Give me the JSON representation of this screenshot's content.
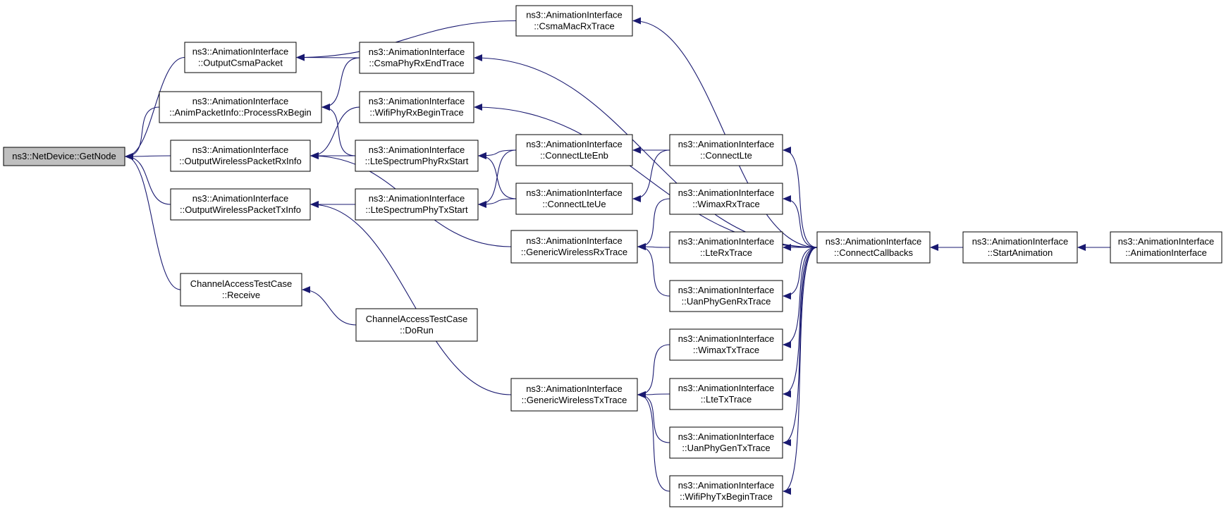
{
  "diagram": {
    "colors": {
      "edge": "#191970",
      "node_border": "#000000",
      "node_fill": "#ffffff",
      "root_fill": "#bfbfbf"
    },
    "nodes": [
      {
        "id": "getnode",
        "lines": [
          "ns3::NetDevice::GetNode"
        ],
        "root": true
      },
      {
        "id": "outputcsma",
        "lines": [
          "ns3::AnimationInterface",
          "::OutputCsmaPacket"
        ]
      },
      {
        "id": "processrx",
        "lines": [
          "ns3::AnimationInterface",
          "::AnimPacketInfo::ProcessRxBegin"
        ]
      },
      {
        "id": "wirelessrx",
        "lines": [
          "ns3::AnimationInterface",
          "::OutputWirelessPacketRxInfo"
        ]
      },
      {
        "id": "wirelesstx",
        "lines": [
          "ns3::AnimationInterface",
          "::OutputWirelessPacketTxInfo"
        ]
      },
      {
        "id": "receive",
        "lines": [
          "ChannelAccessTestCase",
          "::Receive"
        ]
      },
      {
        "id": "csmamac",
        "lines": [
          "ns3::AnimationInterface",
          "::CsmaMacRxTrace"
        ]
      },
      {
        "id": "csmaphy",
        "lines": [
          "ns3::AnimationInterface",
          "::CsmaPhyRxEndTrace"
        ]
      },
      {
        "id": "wifirxbegin",
        "lines": [
          "ns3::AnimationInterface",
          "::WifiPhyRxBeginTrace"
        ]
      },
      {
        "id": "ltespecrx",
        "lines": [
          "ns3::AnimationInterface",
          "::LteSpectrumPhyRxStart"
        ]
      },
      {
        "id": "ltespectx",
        "lines": [
          "ns3::AnimationInterface",
          "::LteSpectrumPhyTxStart"
        ]
      },
      {
        "id": "dorun",
        "lines": [
          "ChannelAccessTestCase",
          "::DoRun"
        ]
      },
      {
        "id": "connectenb",
        "lines": [
          "ns3::AnimationInterface",
          "::ConnectLteEnb"
        ]
      },
      {
        "id": "connectue",
        "lines": [
          "ns3::AnimationInterface",
          "::ConnectLteUe"
        ]
      },
      {
        "id": "genrx",
        "lines": [
          "ns3::AnimationInterface",
          "::GenericWirelessRxTrace"
        ]
      },
      {
        "id": "gentx",
        "lines": [
          "ns3::AnimationInterface",
          "::GenericWirelessTxTrace"
        ]
      },
      {
        "id": "connectlte",
        "lines": [
          "ns3::AnimationInterface",
          "::ConnectLte"
        ]
      },
      {
        "id": "wimaxrx",
        "lines": [
          "ns3::AnimationInterface",
          "::WimaxRxTrace"
        ]
      },
      {
        "id": "lterx",
        "lines": [
          "ns3::AnimationInterface",
          "::LteRxTrace"
        ]
      },
      {
        "id": "uanrx",
        "lines": [
          "ns3::AnimationInterface",
          "::UanPhyGenRxTrace"
        ]
      },
      {
        "id": "wimaxtx",
        "lines": [
          "ns3::AnimationInterface",
          "::WimaxTxTrace"
        ]
      },
      {
        "id": "ltetx",
        "lines": [
          "ns3::AnimationInterface",
          "::LteTxTrace"
        ]
      },
      {
        "id": "uantx",
        "lines": [
          "ns3::AnimationInterface",
          "::UanPhyGenTxTrace"
        ]
      },
      {
        "id": "wifitxbegin",
        "lines": [
          "ns3::AnimationInterface",
          "::WifiPhyTxBeginTrace"
        ]
      },
      {
        "id": "connectcb",
        "lines": [
          "ns3::AnimationInterface",
          "::ConnectCallbacks"
        ]
      },
      {
        "id": "startanim",
        "lines": [
          "ns3::AnimationInterface",
          "::StartAnimation"
        ]
      },
      {
        "id": "animctor",
        "lines": [
          "ns3::AnimationInterface",
          "::AnimationInterface"
        ]
      }
    ],
    "edges": [
      {
        "from": "outputcsma",
        "to": "getnode"
      },
      {
        "from": "processrx",
        "to": "getnode"
      },
      {
        "from": "wirelessrx",
        "to": "getnode"
      },
      {
        "from": "wirelesstx",
        "to": "getnode"
      },
      {
        "from": "receive",
        "to": "getnode"
      },
      {
        "from": "csmamac",
        "to": "outputcsma"
      },
      {
        "from": "csmaphy",
        "to": "outputcsma"
      },
      {
        "from": "csmaphy",
        "to": "processrx"
      },
      {
        "from": "ltespecrx",
        "to": "processrx"
      },
      {
        "from": "wifirxbegin",
        "to": "wirelessrx"
      },
      {
        "from": "ltespecrx",
        "to": "wirelessrx"
      },
      {
        "from": "genrx",
        "to": "wirelessrx"
      },
      {
        "from": "ltespectx",
        "to": "wirelesstx"
      },
      {
        "from": "gentx",
        "to": "wirelesstx"
      },
      {
        "from": "dorun",
        "to": "receive"
      },
      {
        "from": "connectenb",
        "to": "ltespecrx"
      },
      {
        "from": "connectue",
        "to": "ltespecrx"
      },
      {
        "from": "connectenb",
        "to": "ltespectx"
      },
      {
        "from": "connectue",
        "to": "ltespectx"
      },
      {
        "from": "connectlte",
        "to": "connectenb"
      },
      {
        "from": "connectlte",
        "to": "connectue"
      },
      {
        "from": "wimaxrx",
        "to": "genrx"
      },
      {
        "from": "lterx",
        "to": "genrx"
      },
      {
        "from": "uanrx",
        "to": "genrx"
      },
      {
        "from": "wimaxtx",
        "to": "gentx"
      },
      {
        "from": "ltetx",
        "to": "gentx"
      },
      {
        "from": "uantx",
        "to": "gentx"
      },
      {
        "from": "wifitxbegin",
        "to": "gentx"
      },
      {
        "from": "connectcb",
        "to": "csmamac"
      },
      {
        "from": "connectcb",
        "to": "csmaphy"
      },
      {
        "from": "connectcb",
        "to": "wifirxbegin"
      },
      {
        "from": "connectcb",
        "to": "connectlte"
      },
      {
        "from": "connectcb",
        "to": "wimaxrx"
      },
      {
        "from": "connectcb",
        "to": "lterx"
      },
      {
        "from": "connectcb",
        "to": "uanrx"
      },
      {
        "from": "connectcb",
        "to": "wimaxtx"
      },
      {
        "from": "connectcb",
        "to": "ltetx"
      },
      {
        "from": "connectcb",
        "to": "uantx"
      },
      {
        "from": "connectcb",
        "to": "wifitxbegin"
      },
      {
        "from": "startanim",
        "to": "connectcb"
      },
      {
        "from": "animctor",
        "to": "startanim"
      }
    ]
  }
}
